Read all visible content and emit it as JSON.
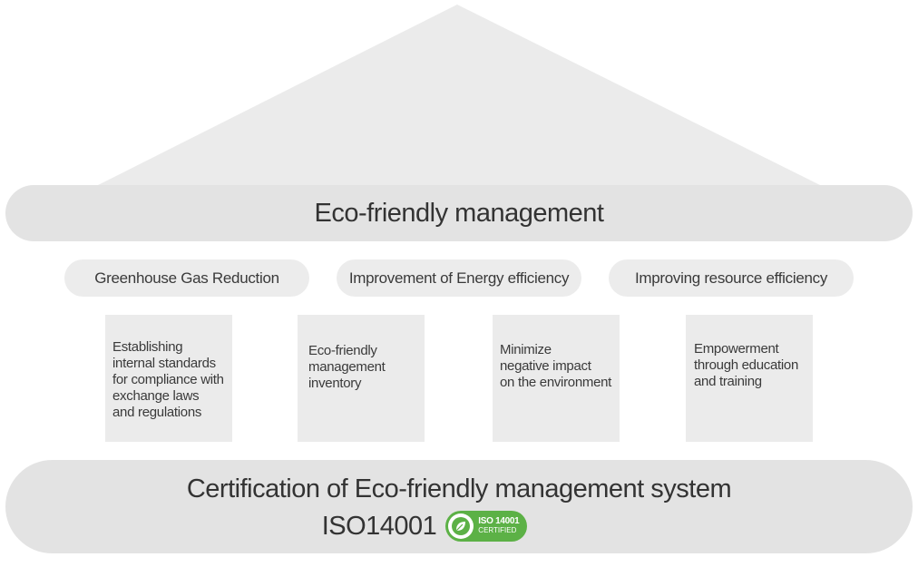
{
  "colors": {
    "roof": "#ebebeb",
    "band": "#e3e3e3",
    "pill": "#ececec",
    "box": "#ebebeb",
    "text": "#333333",
    "badge_green": "#5cb146"
  },
  "header": {
    "title": "Eco-friendly management"
  },
  "pillars": [
    {
      "label": "Greenhouse Gas Reduction"
    },
    {
      "label": "Improvement of Energy efficiency"
    },
    {
      "label": "Improving resource efficiency"
    }
  ],
  "boxes": [
    {
      "lines": [
        "Establishing",
        "internal standards",
        "for compliance with",
        "exchange laws",
        "and regulations"
      ]
    },
    {
      "lines": [
        "Eco-friendly",
        "management",
        "inventory"
      ]
    },
    {
      "lines": [
        "Minimize",
        "negative impact",
        "on the environment"
      ]
    },
    {
      "lines": [
        "Empowerment",
        "through education",
        "and training"
      ]
    }
  ],
  "foundation": {
    "title": "Certification of Eco-friendly management system",
    "iso_code": "ISO14001",
    "badge": {
      "icon": "leaf-icon",
      "line1": "ISO 14001",
      "line2": "CERTIFIED"
    }
  }
}
